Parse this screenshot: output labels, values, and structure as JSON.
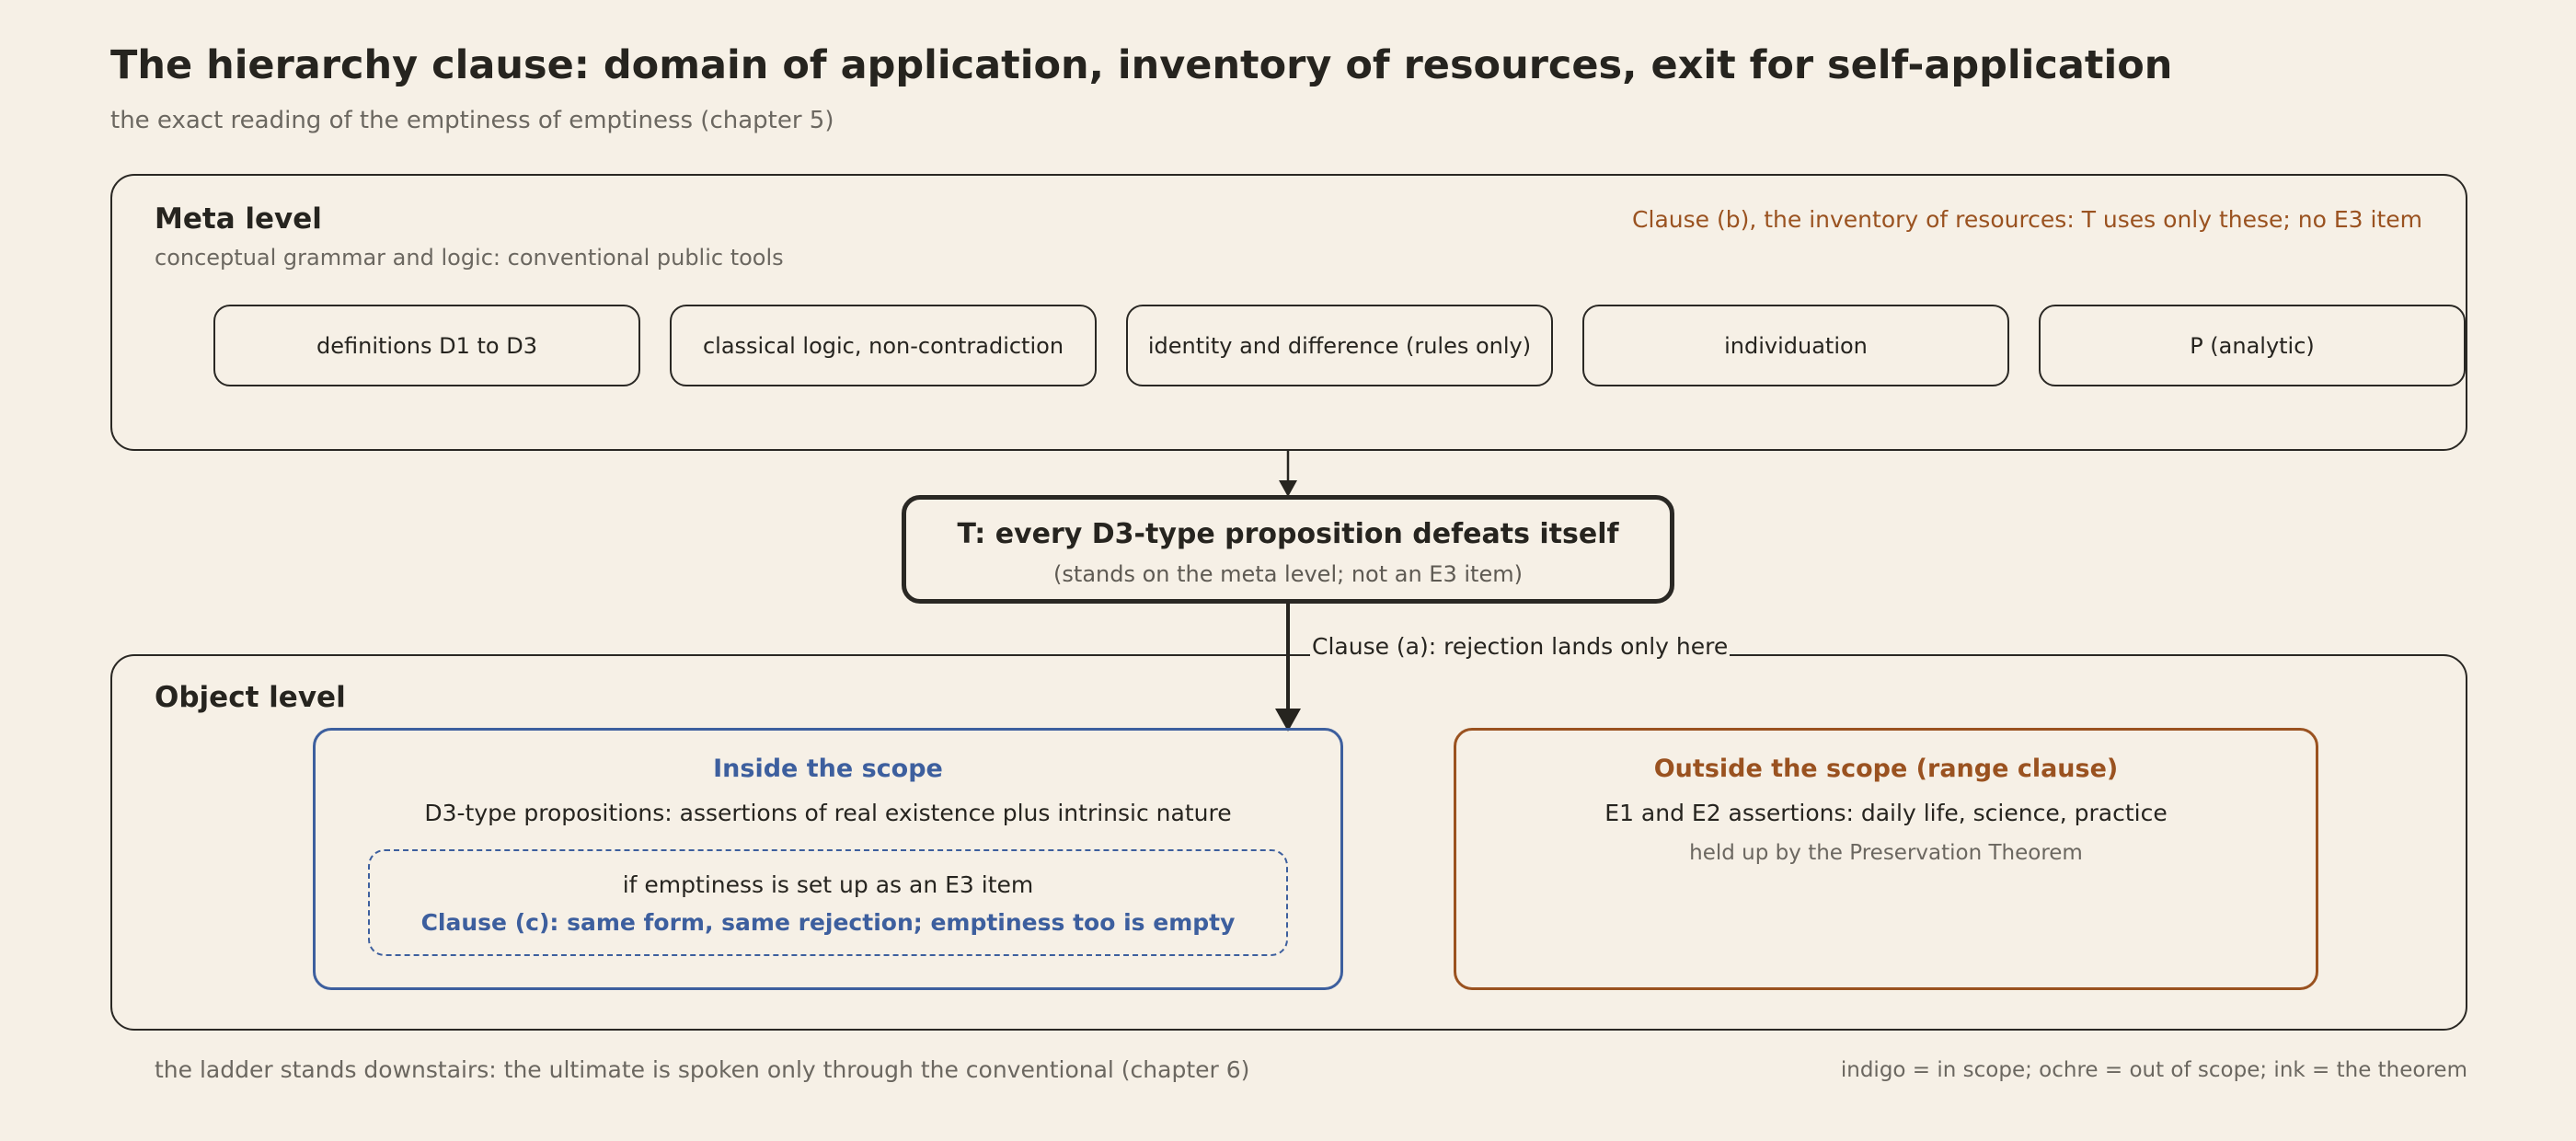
{
  "title": "The hierarchy clause: domain of application, inventory of resources, exit for self-application",
  "subtitle": "the exact reading of the emptiness of emptiness (chapter 5)",
  "colors": {
    "ink": "#26241f",
    "indigo": "#3d5f9e",
    "ochre": "#9a5220",
    "background": "#f6f0e6"
  },
  "meta": {
    "title": "Meta level",
    "note": "conceptual grammar and logic: conventional public tools",
    "clause_b": "Clause (b), the inventory of resources: T uses only these; no E3 item",
    "tools": [
      "definitions D1 to D3",
      "classical logic, non-contradiction",
      "identity and difference (rules only)",
      "individuation",
      "P (analytic)"
    ]
  },
  "theorem": {
    "title": "T: every D3-type proposition defeats itself",
    "note": "(stands on the meta level; not an E3 item)"
  },
  "clause_a": "Clause (a): rejection lands only here",
  "object": {
    "title": "Object level",
    "inside": {
      "title": "Inside the scope",
      "text": "D3-type propositions: assertions of real existence plus intrinsic nature",
      "nested_line1": "if emptiness is set up as an E3 item",
      "nested_line2": "Clause (c): same form, same rejection; emptiness too is empty"
    },
    "outside": {
      "title": "Outside the scope (range clause)",
      "text": "E1 and E2 assertions: daily life, science, practice",
      "note": "held up by the Preservation Theorem"
    }
  },
  "footer": {
    "left": "the ladder stands downstairs: the ultimate is spoken only through the conventional (chapter 6)",
    "right": "indigo = in scope; ochre = out of scope; ink = the theorem"
  }
}
